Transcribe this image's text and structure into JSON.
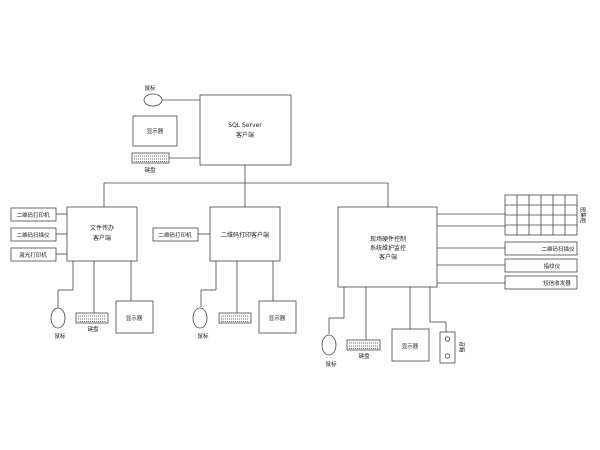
{
  "nodes": {
    "server": {
      "line1": "SQL Server",
      "line2": "客户端"
    },
    "server_monitor": "显示器",
    "server_keyboard": "键盘",
    "server_mouse": "鼠标",
    "file_client": {
      "line1": "文件传办",
      "line2": "客户端"
    },
    "qr_printer_left": "二维码打印机",
    "qr_scanner_left": "二维码扫描仪",
    "laser_printer": "激光打印机",
    "file_mouse": "鼠标",
    "file_keyboard": "键盘",
    "file_monitor": "显示器",
    "print_client": "二维码打印客户端",
    "qr_printer_mid": "二维码打印机",
    "print_mouse": "鼠标",
    "print_monitor": "显示器",
    "hw_client": {
      "line1": "现场硬件控制",
      "line2": "系统维护监控",
      "line3": "客户端"
    },
    "cabinet": "密集柜",
    "qr_scanner_right": "二维码扫描仪",
    "fingerprint": "指纹仪",
    "sms": "短信收发器",
    "hw_mouse": "鼠标",
    "hw_keyboard": "键盘",
    "hw_monitor": "显示器",
    "speaker": "音箱"
  },
  "colors": {
    "stroke": "#444444",
    "text": "#222222",
    "background": "#ffffff"
  }
}
